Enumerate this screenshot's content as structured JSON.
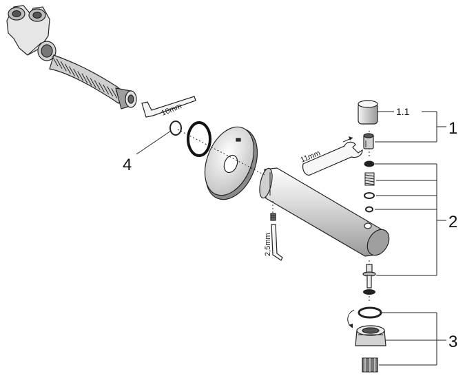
{
  "callouts": {
    "c1": "1",
    "c1_1": "1.1",
    "c2": "2",
    "c3": "3",
    "c4": "4"
  },
  "tools": {
    "allen_10": "10mm",
    "wrench_11": "11mm",
    "allen_2_5": "2,5mm"
  },
  "colors": {
    "line": "#222222",
    "part_light": "#eeeeee",
    "part_mid": "#bdbdbd",
    "part_dark": "#555555"
  }
}
